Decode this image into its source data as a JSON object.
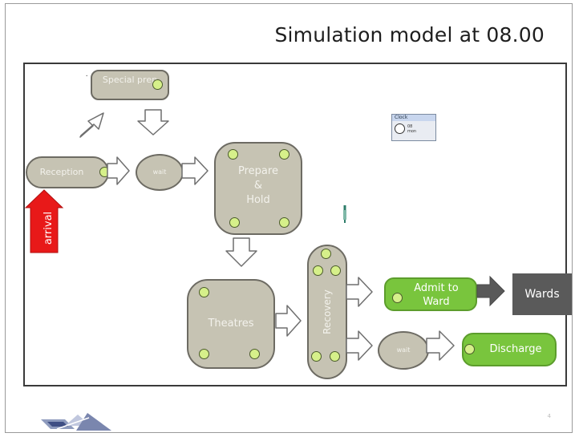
{
  "slide": {
    "title_text": "Simulation model at",
    "title_time": "08.00",
    "page_number": "4"
  },
  "nodes": {
    "special_prep": "Special prep",
    "reception": "Reception",
    "wait1": "wait",
    "prepare_hold": [
      "Prepare",
      "&",
      "Hold"
    ],
    "theatres": "Theatres",
    "recovery": "Recovery",
    "admit_to_ward": [
      "Admit to",
      "Ward"
    ],
    "wards": "Wards",
    "wait2": "wait",
    "discharge": "Discharge"
  },
  "arrival": "arrival",
  "clock": {
    "title": "Clock",
    "time_line1": "08",
    "time_line2": "mon"
  },
  "colors": {
    "resource_node": "#c6c3b3",
    "discharge_node": "#79c53d",
    "wards_node": "#5a5a5a",
    "arrival_arrow": "#e81919",
    "entity_dot": "#d6f08a"
  }
}
